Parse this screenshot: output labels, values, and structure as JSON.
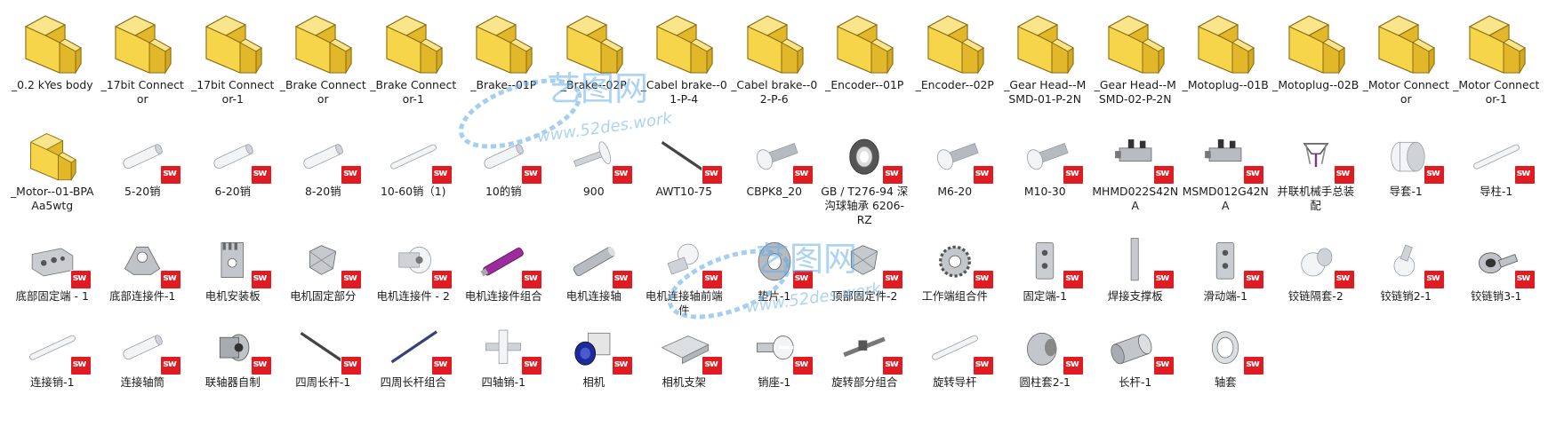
{
  "colors": {
    "folder_face": "#f7d54a",
    "folder_side": "#e3b72a",
    "folder_edge": "#8a6d10",
    "sw_badge": "#e01b22",
    "watermark_blue": "#5aa9e6",
    "label_text": "#1b1b1b"
  },
  "watermark": {
    "text_cn": "艺图网",
    "url": "www.52des.work"
  },
  "items": [
    {
      "label": "_0.2 kYes body",
      "icon": "folder-icon",
      "thumb": "folder"
    },
    {
      "label": "_17bit Connector",
      "icon": "folder-icon",
      "thumb": "folder"
    },
    {
      "label": "_17bit Connector-1",
      "icon": "folder-icon",
      "thumb": "folder"
    },
    {
      "label": "_Brake Connector",
      "icon": "folder-icon",
      "thumb": "folder"
    },
    {
      "label": "_Brake Connector-1",
      "icon": "folder-icon",
      "thumb": "folder"
    },
    {
      "label": "_Brake--01P",
      "icon": "folder-icon",
      "thumb": "folder"
    },
    {
      "label": "_Brake--02P",
      "icon": "folder-icon",
      "thumb": "folder"
    },
    {
      "label": "_Cabel brake--01-P-4",
      "icon": "folder-icon",
      "thumb": "folder"
    },
    {
      "label": "_Cabel brake--02-P-6",
      "icon": "folder-icon",
      "thumb": "folder"
    },
    {
      "label": "_Encoder--01P",
      "icon": "folder-icon",
      "thumb": "folder"
    },
    {
      "label": "_Encoder--02P",
      "icon": "folder-icon",
      "thumb": "folder"
    },
    {
      "label": "_Gear Head--MSMD-01-P-2N",
      "icon": "folder-icon",
      "thumb": "folder"
    },
    {
      "label": "_Gear Head--MSMD-02-P-2N",
      "icon": "folder-icon",
      "thumb": "folder"
    },
    {
      "label": "_Motoplug--01B",
      "icon": "folder-icon",
      "thumb": "folder"
    },
    {
      "label": "_Motoplug--02B",
      "icon": "folder-icon",
      "thumb": "folder"
    },
    {
      "label": "_Motor Connector",
      "icon": "folder-icon",
      "thumb": "folder"
    },
    {
      "label": "_Motor Connector-1",
      "icon": "folder-icon",
      "thumb": "folder"
    },
    {
      "label": "_Motor--01-BPAAa5wtg",
      "icon": "folder-icon",
      "thumb": "folder"
    },
    {
      "label": "5-20销",
      "icon": "pin-part-icon",
      "thumb": "pin"
    },
    {
      "label": "6-20销",
      "icon": "pin-part-icon",
      "thumb": "pin"
    },
    {
      "label": "8-20销",
      "icon": "pin-part-icon",
      "thumb": "pin"
    },
    {
      "label": "10-60销（1)",
      "icon": "pin-part-icon",
      "thumb": "longpin"
    },
    {
      "label": "10的销",
      "icon": "pin-part-icon",
      "thumb": "pin"
    },
    {
      "label": "900",
      "icon": "shaft-part-icon",
      "thumb": "shaft"
    },
    {
      "label": "AWT10-75",
      "icon": "spring-part-icon",
      "thumb": "rod"
    },
    {
      "label": "CBPK8_20",
      "icon": "screw-part-icon",
      "thumb": "screw"
    },
    {
      "label": "GB / T276-94 深沟球轴承 6206-RZ",
      "icon": "bearing-part-icon",
      "thumb": "bearing"
    },
    {
      "label": "M6-20",
      "icon": "screw-part-icon",
      "thumb": "screw"
    },
    {
      "label": "M10-30",
      "icon": "screw-part-icon",
      "thumb": "screw"
    },
    {
      "label": "MHMD022S42NA",
      "icon": "motor-assembly-icon",
      "thumb": "assembly"
    },
    {
      "label": "MSMD012G42NA",
      "icon": "motor-assembly-icon",
      "thumb": "assembly"
    },
    {
      "label": "并联机械手总装配",
      "icon": "robot-assembly-icon",
      "thumb": "robot"
    },
    {
      "label": "导套-1",
      "icon": "sleeve-part-icon",
      "thumb": "sleeve"
    },
    {
      "label": "导柱-1",
      "icon": "pin-part-icon",
      "thumb": "longpin"
    },
    {
      "label": "底部固定端 - 1",
      "icon": "block-part-icon",
      "thumb": "block"
    },
    {
      "label": "底部连接件-1",
      "icon": "bracket-part-icon",
      "thumb": "bracket"
    },
    {
      "label": "电机安装板",
      "icon": "plate-part-icon",
      "thumb": "plate"
    },
    {
      "label": "电机固定部分",
      "icon": "fixture-part-icon",
      "thumb": "fixture"
    },
    {
      "label": "电机连接件 - 2",
      "icon": "cylinder-part-icon",
      "thumb": "cylinder"
    },
    {
      "label": "电机连接件组合",
      "icon": "cylinder-assembly-icon",
      "thumb": "purplecyl"
    },
    {
      "label": "电机连接轴",
      "icon": "cylinder-part-icon",
      "thumb": "greycyl"
    },
    {
      "label": "电机连接轴前端件",
      "icon": "joint-part-icon",
      "thumb": "joint"
    },
    {
      "label": "垫片-1",
      "icon": "washer-part-icon",
      "thumb": "washer"
    },
    {
      "label": "顶部固定件-2",
      "icon": "fixture-part-icon",
      "thumb": "fixture"
    },
    {
      "label": "工作端组合件",
      "icon": "gear-assembly-icon",
      "thumb": "gear"
    },
    {
      "label": "固定端-1",
      "icon": "block-part-icon",
      "thumb": "tallblock"
    },
    {
      "label": "焊接支撑板",
      "icon": "bar-part-icon",
      "thumb": "bar"
    },
    {
      "label": "滑动端-1",
      "icon": "block-part-icon",
      "thumb": "tallblock"
    },
    {
      "label": "铰链隔套-2",
      "icon": "ball-part-icon",
      "thumb": "ball"
    },
    {
      "label": "铰链销2-1",
      "icon": "ball-part-icon",
      "thumb": "ballpin"
    },
    {
      "label": "铰链销3-1",
      "icon": "ring-part-icon",
      "thumb": "eye"
    },
    {
      "label": "连接销-1",
      "icon": "pin-part-icon",
      "thumb": "longpin"
    },
    {
      "label": "连接轴筒",
      "icon": "pin-part-icon",
      "thumb": "pin"
    },
    {
      "label": "联轴器自制",
      "icon": "coupling-part-icon",
      "thumb": "coupling"
    },
    {
      "label": "四周长杆-1",
      "icon": "rod-part-icon",
      "thumb": "rod"
    },
    {
      "label": "四周长杆组合",
      "icon": "rod-assembly-icon",
      "thumb": "bluerod"
    },
    {
      "label": "四轴销-1",
      "icon": "cross-part-icon",
      "thumb": "cross"
    },
    {
      "label": "相机",
      "icon": "camera-part-icon",
      "thumb": "camera"
    },
    {
      "label": "相机支架",
      "icon": "plate-part-icon",
      "thumb": "flatplate"
    },
    {
      "label": "销座-1",
      "icon": "fork-part-icon",
      "thumb": "fork"
    },
    {
      "label": "旋转部分组合",
      "icon": "rod-assembly-icon",
      "thumb": "smallasm"
    },
    {
      "label": "旋转导杆",
      "icon": "pin-part-icon",
      "thumb": "longpin"
    },
    {
      "label": "圆柱套2-1",
      "icon": "sleeve-part-icon",
      "thumb": "roundcyl"
    },
    {
      "label": "长杆-1",
      "icon": "cylinder-part-icon",
      "thumb": "roundcyl2"
    },
    {
      "label": "轴套",
      "icon": "ring-part-icon",
      "thumb": "ring"
    }
  ]
}
